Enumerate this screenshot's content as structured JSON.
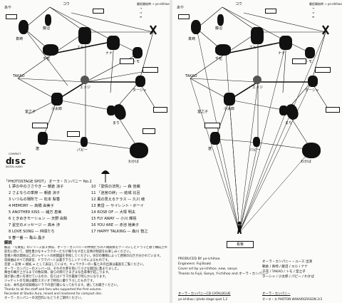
{
  "left_page": {
    "chart": {
      "legend": {
        "heading": "最低開始時 → yo-ehihoo",
        "lines": [
          "→",
          "⇒",
          "⇛"
        ]
      },
      "captions": [
        "真崎",
        "藤沼",
        "エル",
        "ナナ",
        "千花",
        "TAKAO",
        "トモ",
        "室之子",
        "ターシャ",
        "小太郎",
        "パピー",
        "わかば",
        "遼",
        "まり",
        "エッジ",
        "あや",
        "コウ"
      ]
    },
    "cd_logo": {
      "top_text": "COMPACT",
      "bottom_text": "DIGITAL AUDIO"
    },
    "album_title": "「PHOTOSTAGE SPOT」 オーラ・カンパニー No.2",
    "tracks": [
      {
        "no": "1",
        "text": "夢の中のささやき — 朝倉 涼子"
      },
      {
        "no": "2",
        "text": "さよならの季節 — 朝倉 涼子"
      },
      {
        "no": "3",
        "text": "いつもの場所で — 松本 梨香"
      },
      {
        "no": "4",
        "text": "MEMORY — 高橋 由美子"
      },
      {
        "no": "5",
        "text": "ANOTHER KISS — 緒方 恵美"
      },
      {
        "no": "6",
        "text": "ときめきモーション — 天野 由梨"
      },
      {
        "no": "7",
        "text": "星空のメッセージ — 高木 渉"
      },
      {
        "no": "8",
        "text": "LOVE SONG — 仲間たち"
      },
      {
        "no": "9",
        "text": "春一番 — 亀山 晶子"
      }
    ],
    "tracks_right": [
      {
        "no": "10",
        "text": "「愛情の法則」— 森 佳織"
      },
      {
        "no": "11",
        "text": "「迷宮の絆」— 結城 比呂"
      },
      {
        "no": "12",
        "text": "風の見えるテラス — 久川 綾"
      },
      {
        "no": "13",
        "text": "黄昏 — サイレント・ボーイ"
      },
      {
        "no": "14",
        "text": "ROSE OF — 大塚 明夫"
      },
      {
        "no": "15",
        "text": "FLY AWAY — 小川 輝晃"
      },
      {
        "no": "16",
        "text": "YOU ARE — 赤池 裕美子"
      },
      {
        "no": "17",
        "text": "HAPPY TALKING — 森川 智之"
      }
    ],
    "notes_heading": "解説",
    "notes_lines": [
      "解説 「写真館」のシリーズ第２弾は、オーラ・カンパニーの仲間たちの人間関係をテーマにしたドラマと歌で構成されています。",
      "前作に続いて、個性豊かなキャラクターたちが織りなす恋と友情の物語をお楽しみください。",
      "登場人物の関係はこのジャケットの相関図を参照してください。矢印の種類によって感情の向きが分かれています。",
      "収録曲はすべて新録音、ドラマパートは書き下ろしシナリオによるものです。",
      "恋愛 → 友情 ⇒ 嫉妬 ⇛ として表記しています。キャラクターの一覧と声の出演は裏面をご覧ください。",
      "オーラ・カンパニーのメンバーは、それぞれ夢を抱いて小さな劇団に集まりました。",
      "舞台の幕が上がるまでの数日間、彼らの間でさまざまな出来事が起こります。",
      "誰が誰に想いを寄せているのか、答えはドラマの最後で明らかになります。",
      "ジャケットの写真は撮影スタジオで特別に撮り下ろしたものです。",
      "なお、本作品の収録順はドラマの進行順になっております。通してお聴きください。",
      "Thanks to all the staff and fans who supported the first volume.",
      "Recorded at Studio Aura, mixed and mastered for compact disc.",
      "オーラ・カンパニーの次回作にもどうぞご期待ください。"
    ]
  },
  "right_page": {
    "chart": {
      "legend": {
        "heading": "最低開始時 → yo-ehihoo",
        "lines": [
          "→",
          "⇒",
          "⇛"
        ]
      },
      "captions": [
        "真崎",
        "藤沼",
        "エル",
        "ナナ",
        "千花",
        "TAKAO",
        "トモ",
        "室之子",
        "ターシャ",
        "小太郎",
        "パピー",
        "わかば",
        "遼",
        "まり",
        "エッジ",
        "あや",
        "コウ"
      ],
      "hub_label": "看板"
    },
    "credits": [
      "PRODUCED BY yo-ichihoo",
      "Engineers: Fujiitoaki",
      "Cover art by  yo-ichihoo ,new, sanyo",
      "Thanks to Fujii, Sanyo, Y-ichihoo and オーラ・カンパニー"
    ],
    "credits_right": [
      "オーラ・カンパニー・ユース 出演",
      "朝倉 / 真崎 / 藤沼 / エル / ナナ",
      "千花 / TAKAO / トモ / 室之子",
      "ターシャ / 小太郎 / パピー / わかば"
    ],
    "catalog_label": "オーラ・カンパニーCD CATALOGUE",
    "catalog_text": "yo-ichihoo / photo stage spot  1,2",
    "company_label": "オーラ・カンパニー",
    "company_text": "オーラ・ス PHOTON WAKAIRGRSSON 2/3"
  }
}
